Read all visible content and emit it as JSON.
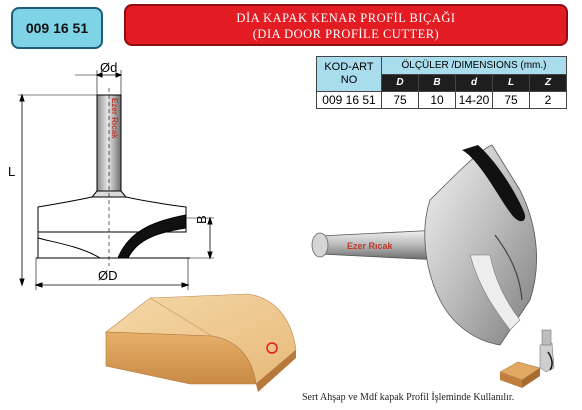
{
  "product_code": "009 16 51",
  "title": {
    "line1": "DİA KAPAK KENAR PROFİL BIÇAĞI",
    "line2": "(DIA DOOR PROFİLE CUTTER)"
  },
  "table": {
    "code_header": "KOD-ART NO",
    "dimensions_header": "ÖLÇÜLER /DIMENSIONS (mm.)",
    "columns": [
      "D",
      "B",
      "d",
      "L",
      "Z"
    ],
    "row": {
      "code": "009 16 51",
      "values": [
        "75",
        "10",
        "14-20",
        "75",
        "2"
      ]
    }
  },
  "drawing_labels": {
    "shank_diameter": "Ød",
    "length": "L",
    "height": "B",
    "cutter_diameter": "ØD"
  },
  "brand": "Ezer Rıcak",
  "caption": "Sert Ahşap ve Mdf  kapak Profil  İşleminde Kullanılır.",
  "colors": {
    "code_box_fill": "#7fd3e6",
    "title_fill": "#e31b23",
    "table_header_fill": "#a9dcec",
    "column_header_fill": "#1e1e1e"
  }
}
